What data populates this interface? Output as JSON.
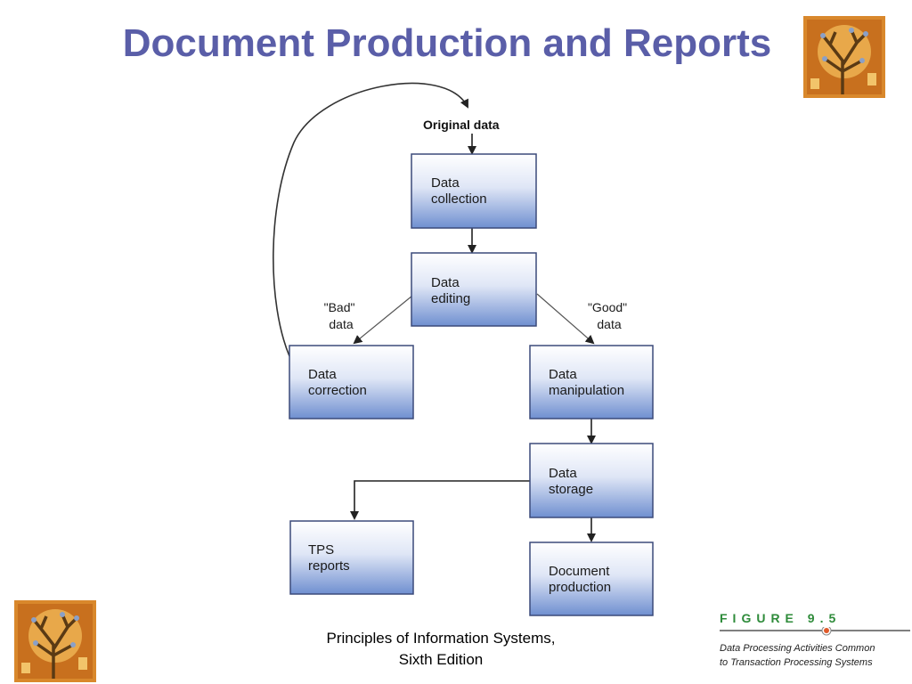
{
  "slide": {
    "title": "Document Production and Reports",
    "footer_line1": "Principles of Information Systems,",
    "footer_line2": "Sixth Edition"
  },
  "diagram": {
    "original_data_label": "Original data",
    "boxes": {
      "collection": [
        "Data",
        "collection"
      ],
      "editing": [
        "Data",
        "editing"
      ],
      "correction": [
        "Data",
        "correction"
      ],
      "manipulation": [
        "Data",
        "manipulation"
      ],
      "storage": [
        "Data",
        "storage"
      ],
      "tps": [
        "TPS",
        "reports"
      ],
      "document": [
        "Document",
        "production"
      ]
    },
    "bad_label": [
      "\"Bad\"",
      "data"
    ],
    "good_label": [
      "\"Good\"",
      "data"
    ]
  },
  "figure": {
    "label": "FIGURE 9.5",
    "caption_line1": "Data Processing Activities Common",
    "caption_line2": "to Transaction Processing Systems"
  },
  "colors": {
    "title": "#5a5ea8",
    "box_top": "#ffffff",
    "box_bottom": "#6f8fd0",
    "figure_green": "#2e8b3a",
    "figure_dot": "#e05a2a"
  },
  "icons": [
    "tree-logo-icon"
  ]
}
